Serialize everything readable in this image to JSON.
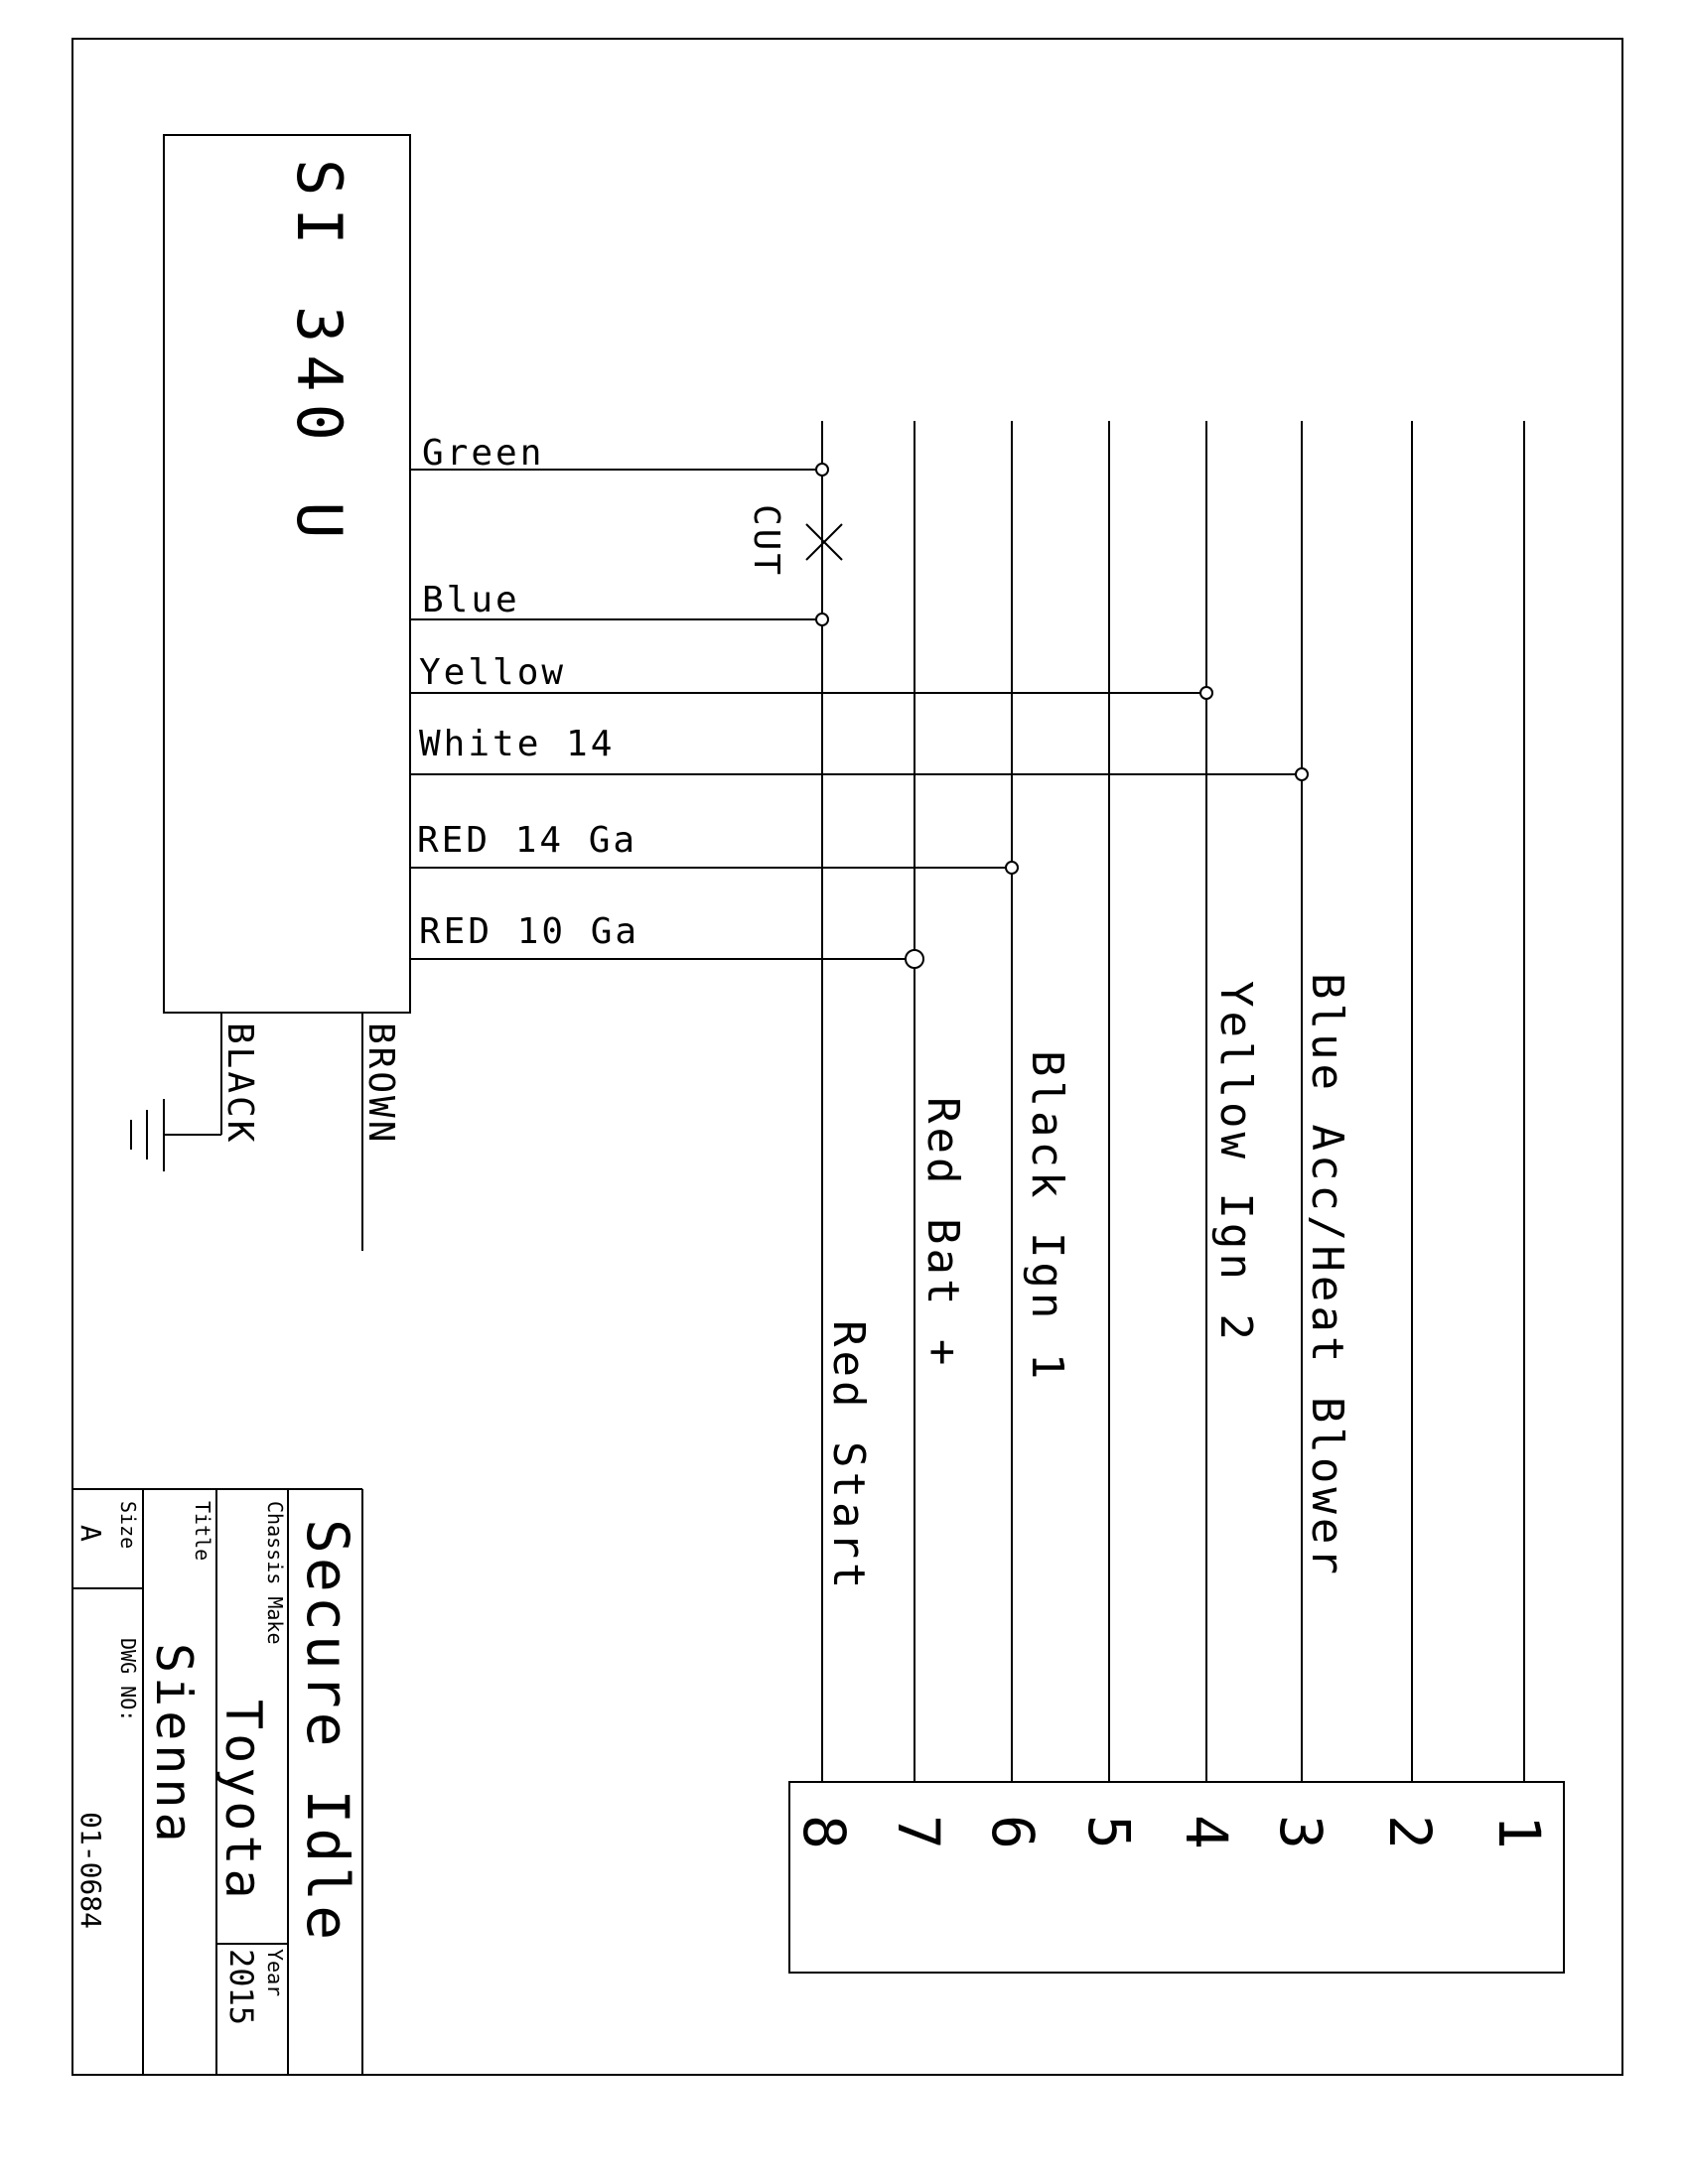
{
  "module": {
    "name": "SI 340 U"
  },
  "module_wires": {
    "green": "Green",
    "blue": "Blue",
    "yellow": "Yellow",
    "white": "White 14",
    "red14": "RED 14 Ga",
    "red10": "RED 10 Ga",
    "black": "BLACK",
    "brown": "BROWN"
  },
  "cut_label": "CUT",
  "connector": {
    "pins": [
      "1",
      "2",
      "3",
      "4",
      "5",
      "6",
      "7",
      "8"
    ]
  },
  "harness_wires": {
    "red_start": "Red Start",
    "red_bat": "Red Bat +",
    "black_ign1": "Black Ign 1",
    "yellow_ign2": "Yellow Ign 2",
    "blue_acc": "Blue Acc/Heat Blower"
  },
  "title_block": {
    "product": "Secure Idle",
    "chassis_make_label": "Chassis Make",
    "chassis_make": "Toyota",
    "year_label": "Year",
    "year": "2015",
    "title_label": "Title",
    "title": "Sienna",
    "size_label": "Size",
    "size": "A",
    "dwg_no_label": "DWG NO:",
    "dwg_no": "01-0684"
  }
}
